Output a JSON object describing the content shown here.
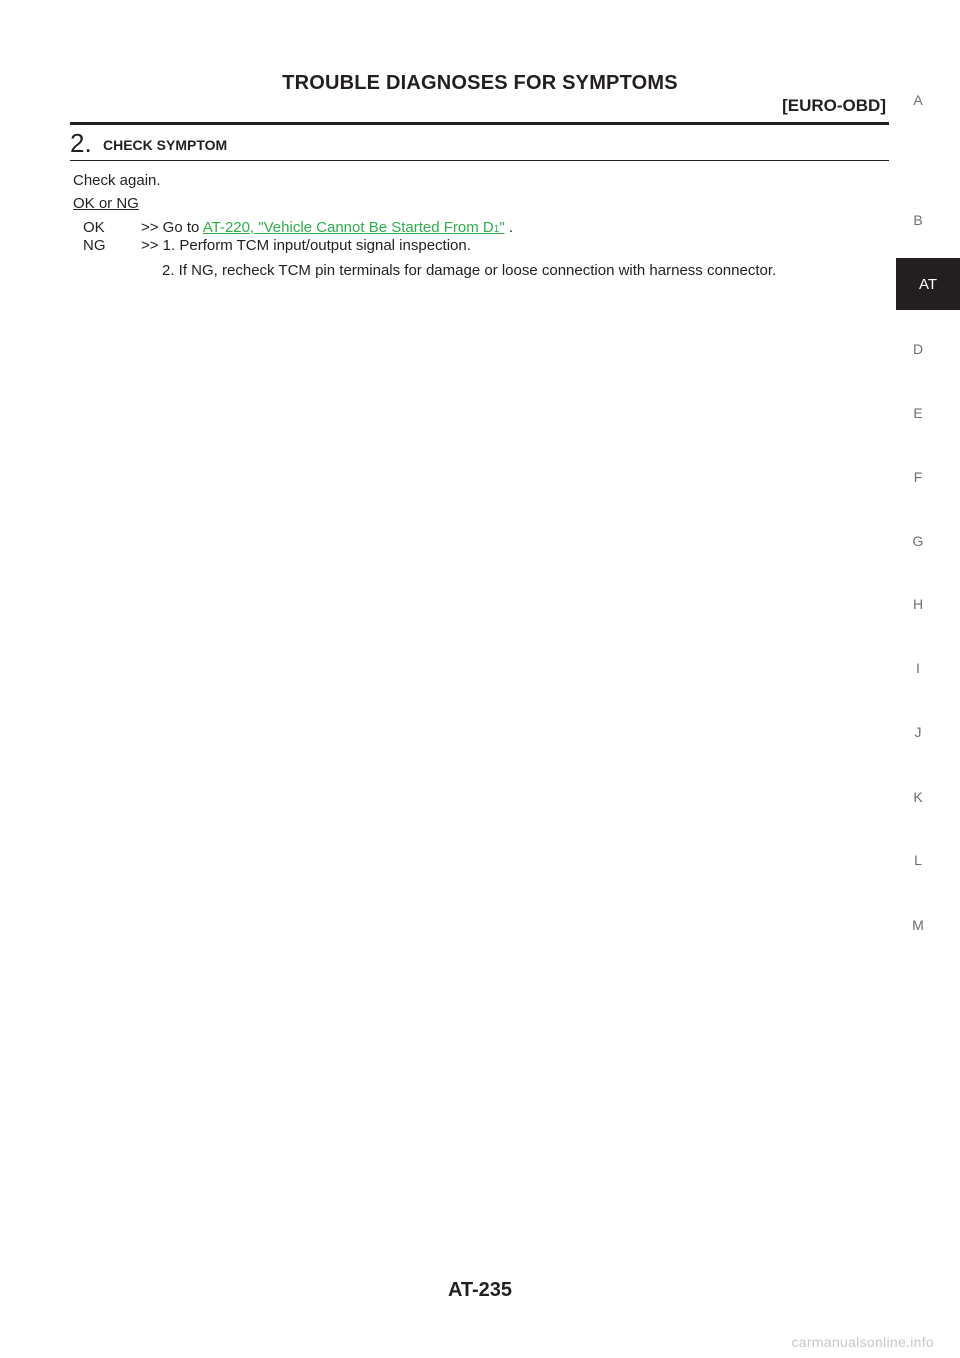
{
  "header": {
    "title": "TROUBLE DIAGNOSES FOR SYMPTOMS",
    "subtitle": "[EURO-OBD]"
  },
  "step": {
    "number": "2.",
    "title": "CHECK SYMPTOM",
    "instruction": "Check again.",
    "result_heading": "OK or NG"
  },
  "results": {
    "ok": {
      "label": "OK",
      "prefix": ">> Go to",
      "link_text": "AT-220, \"Vehicle Cannot Be Started From D",
      "link_sub": "1",
      "link_end": "\"",
      "suffix": "."
    },
    "ng": {
      "label": "NG",
      "line1": ">> 1. Perform TCM input/output signal inspection.",
      "line2": "2. If NG, recheck TCM pin terminals for damage or loose connection with harness connector."
    }
  },
  "side_index": {
    "letters": [
      "A",
      "B",
      "D",
      "E",
      "F",
      "G",
      "H",
      "I",
      "J",
      "K",
      "L",
      "M"
    ],
    "active": "AT"
  },
  "footer": {
    "page_number": "AT-235",
    "watermark": "carmanualsonline.info"
  }
}
